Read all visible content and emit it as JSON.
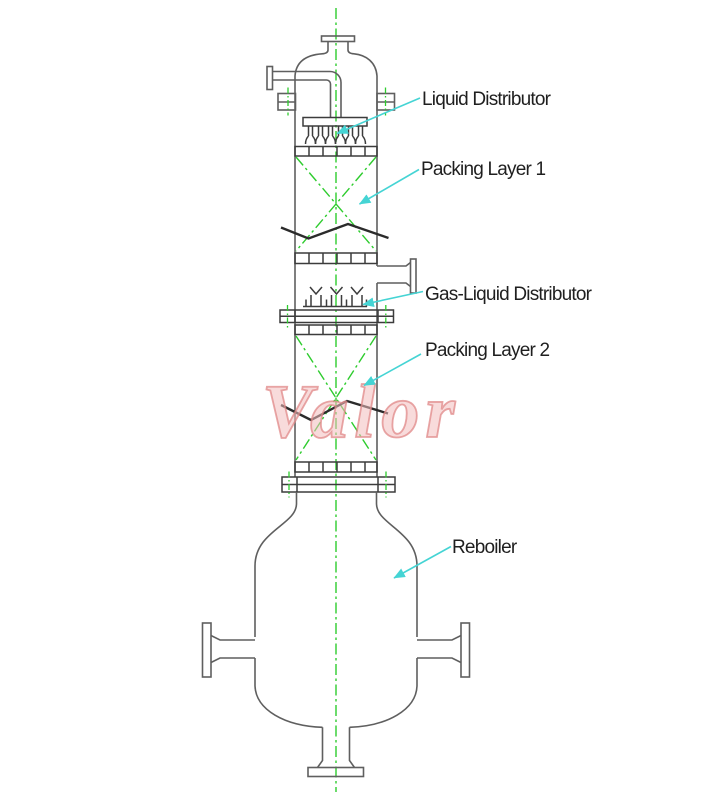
{
  "diagram": {
    "type": "packed-distillation-column-with-reboiler",
    "labels": {
      "liquid_distributor": "Liquid Distributor",
      "packing_layer_1": "Packing Layer 1",
      "gas_liquid_distributor": "Gas-Liquid Distributor",
      "packing_layer_2": "Packing Layer 2",
      "reboiler": "Reboiler"
    },
    "watermark": "Valor",
    "colors": {
      "background": "#ffffff",
      "outline_gray": "#5f5f5f",
      "internal_dark": "#3c3c3c",
      "chevron_dark": "#2b2b2b",
      "centerline_green": "#2ecc2e",
      "leader_cyan": "#45d4d4",
      "label_text": "#1f1f1f",
      "watermark_pink": "#e8a0a0"
    }
  }
}
